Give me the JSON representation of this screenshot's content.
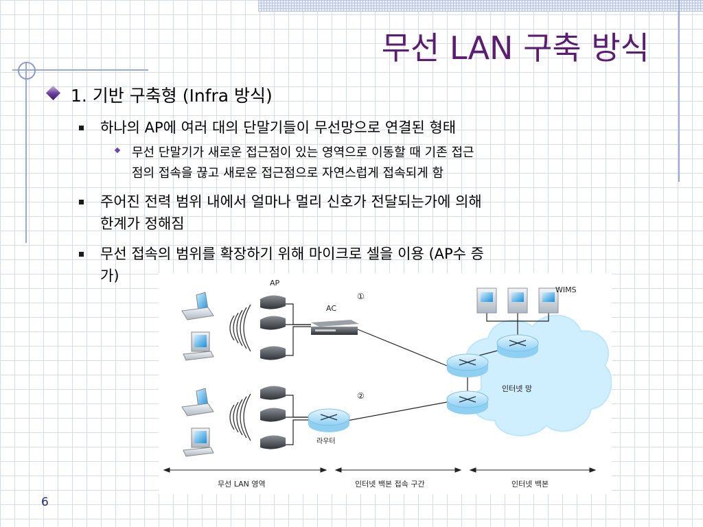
{
  "slide": {
    "title": "무선 LAN 구축 방식",
    "heading": "1. 기반 구축형 (Infra 방식)",
    "bullet1": "하나의 AP에 여러 대의 단말기들이 무선망으로 연결된 형태",
    "sub1_line1": "무선 단말기가 새로운 접근점이 있는 영역으로 이동할 때 기존 접근",
    "sub1_line2": "점의 접속을 끊고 새로운 접근점으로 자연스럽게 접속되게 함",
    "bullet2_line1": "주어진 전력 범위 내에서 얼마나 멀리 신호가 전달되는가에 의해",
    "bullet2_line2": "한계가 정해짐",
    "bullet3_line1": "무선 접속의 범위를 확장하기 위해 마이크로 셀을 이용 (AP수 증",
    "bullet3_line2": "가)",
    "page_number": "6"
  },
  "diagram": {
    "ap_label": "AP",
    "ac_label": "AC",
    "wims_label": "WIMS",
    "path1_marker": "①",
    "path2_marker": "②",
    "internet_label": "인터넷 망",
    "router_label": "라우터",
    "zone_wlan": "무선 LAN 영역",
    "zone_access": "인터넷 백본 접속 구간",
    "zone_backbone": "인터넷 백본"
  },
  "colors": {
    "title": "#5a1d70",
    "grid": "#d6dbe8",
    "accent_line": "#9aa8d4",
    "cloud": "#cfeefe",
    "router": "#bfe6fa"
  }
}
